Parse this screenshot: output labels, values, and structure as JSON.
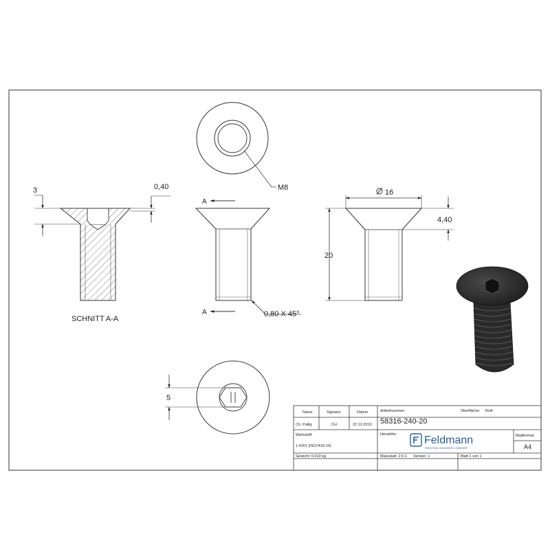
{
  "views": {
    "section_label": "SCHNITT A-A",
    "dim_3": "3",
    "dim_040": "0,40",
    "thread_label": "M8",
    "section_marker_a": "A",
    "chamfer_label": "0,80 X 45°",
    "dim_diameter": "16",
    "dim_440": "4,40",
    "dim_20": "20",
    "dim_5": "5"
  },
  "title_block": {
    "hdr_name": "Name",
    "hdr_signatur": "Signatur",
    "hdr_datum": "Datum",
    "hdr_artikelnummer": "Artikelnummer",
    "hdr_oberflaeche": "Oberfläche:",
    "oberflaeche_value": "RoA",
    "name_value": "Ch. Pallig",
    "signatur_value": "CH",
    "datum_value": "22.12.2019",
    "artikelnummer_value": "58316-240-20",
    "hersteller_label": "Hersteller",
    "werkstoff_label": "Werkstoff:",
    "werkstoff_value": "1.4301 (ISO7418-10)",
    "gewicht": "Gewicht: 0.010 kg",
    "massstab": "Massstab: 2.5:1",
    "version": "Version: 1",
    "blatt": "Blatt 1 von 1",
    "blattformat_label": "Blattformat",
    "blattformat_value": "A4",
    "logo_text": "Feldmann",
    "logo_tagline": "EDELSTAHL GELÄNDER & ZUBEHÖR"
  },
  "colors": {
    "line": "#333333",
    "logo_blue": "#2b5c9a",
    "render_dark": "#2a2a2a"
  }
}
